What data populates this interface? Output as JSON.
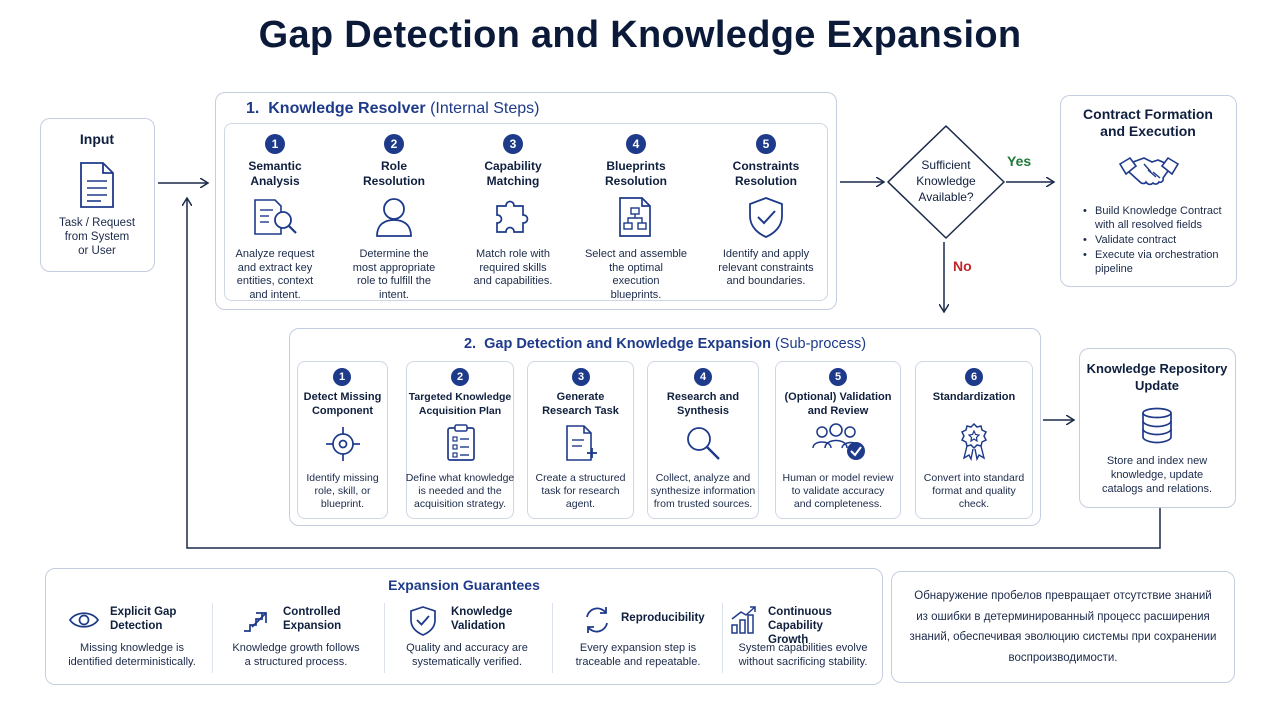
{
  "title": "Gap Detection and Knowledge Expansion",
  "input": {
    "title": "Input",
    "icon": "document-icon",
    "text": [
      "Task / Request",
      "from System",
      "or User"
    ]
  },
  "resolver": {
    "number": "1.",
    "title": "Knowledge Resolver",
    "subtitle": "(Internal Steps)",
    "steps": [
      {
        "num": "1",
        "title": [
          "Semantic",
          "Analysis"
        ],
        "icon": "search-document-icon",
        "desc": [
          "Analyze request",
          "and extract key",
          "entities, context",
          "and intent."
        ]
      },
      {
        "num": "2",
        "title": [
          "Role",
          "Resolution"
        ],
        "icon": "user-icon",
        "desc": [
          "Determine the",
          "most appropriate",
          "role to fulfill the",
          "intent."
        ]
      },
      {
        "num": "3",
        "title": [
          "Capability",
          "Matching"
        ],
        "icon": "puzzle-icon",
        "desc": [
          "Match role with",
          "required skills",
          "and capabilities."
        ]
      },
      {
        "num": "4",
        "title": [
          "Blueprints",
          "Resolution"
        ],
        "icon": "blueprint-icon",
        "desc": [
          "Select and assemble",
          "the optimal",
          "execution",
          "blueprints."
        ]
      },
      {
        "num": "5",
        "title": [
          "Constraints",
          "Resolution"
        ],
        "icon": "shield-check-icon",
        "desc": [
          "Identify and apply",
          "relevant constraints",
          "and boundaries."
        ]
      }
    ]
  },
  "decision": {
    "text": [
      "Sufficient",
      "Knowledge",
      "Available?"
    ],
    "yes": "Yes",
    "no": "No",
    "yes_color": "#1f7a3a",
    "no_color": "#c0262d"
  },
  "contract": {
    "title": [
      "Contract Formation",
      "and Execution"
    ],
    "icon": "handshake-icon",
    "bullets": [
      [
        "Build Knowledge Contract",
        "with all resolved fields"
      ],
      [
        "Validate contract"
      ],
      [
        "Execute via orchestration",
        "pipeline"
      ]
    ]
  },
  "gap": {
    "number": "2.",
    "title": "Gap Detection and Knowledge Expansion",
    "subtitle": "(Sub-process)",
    "steps": [
      {
        "num": "1",
        "title": [
          "Detect Missing",
          "Component"
        ],
        "icon": "target-icon",
        "desc": [
          "Identify missing",
          "role, skill, or",
          "blueprint."
        ]
      },
      {
        "num": "2",
        "title": [
          "Targeted Knowledge",
          "Acquisition Plan"
        ],
        "icon": "checklist-icon",
        "desc": [
          "Define what knowledge",
          "is needed and the",
          "acquisition strategy."
        ]
      },
      {
        "num": "3",
        "title": [
          "Generate",
          "Research Task"
        ],
        "icon": "new-document-icon",
        "desc": [
          "Create a structured",
          "task for research",
          "agent."
        ]
      },
      {
        "num": "4",
        "title": [
          "Research and",
          "Synthesis"
        ],
        "icon": "magnifier-icon",
        "desc": [
          "Collect, analyze and",
          "synthesize information",
          "from trusted sources."
        ]
      },
      {
        "num": "5",
        "title": [
          "(Optional) Validation",
          "and Review"
        ],
        "icon": "team-check-icon",
        "desc": [
          "Human or model review",
          "to validate accuracy",
          "and completeness."
        ]
      },
      {
        "num": "6",
        "title": [
          "Standardization"
        ],
        "icon": "award-icon",
        "desc": [
          "Convert into standard",
          "format and quality",
          "check."
        ]
      }
    ]
  },
  "repository": {
    "title": [
      "Knowledge Repository",
      "Update"
    ],
    "icon": "database-icon",
    "desc": [
      "Store and index new",
      "knowledge, update",
      "catalogs and relations."
    ]
  },
  "guarantees": {
    "title": "Expansion Guarantees",
    "items": [
      {
        "icon": "eye-icon",
        "title": [
          "Explicit Gap",
          "Detection"
        ],
        "desc": [
          "Missing knowledge is",
          "identified deterministically."
        ]
      },
      {
        "icon": "growth-arrow-icon",
        "title": [
          "Controlled",
          "Expansion"
        ],
        "desc": [
          "Knowledge growth follows",
          "a structured process."
        ]
      },
      {
        "icon": "shield-check-icon",
        "title": [
          "Knowledge",
          "Validation"
        ],
        "desc": [
          "Quality and accuracy are",
          "systematically verified."
        ]
      },
      {
        "icon": "refresh-icon",
        "title": [
          "Reproducibility"
        ],
        "desc": [
          "Every expansion step is",
          "traceable and repeatable."
        ]
      },
      {
        "icon": "bar-growth-icon",
        "title": [
          "Continuous Capability",
          "Growth"
        ],
        "desc": [
          "System capabilities evolve",
          "without sacrificing stability."
        ]
      }
    ]
  },
  "note": {
    "lines": [
      "Обнаружение пробелов превращает отсутствие знаний",
      "из ошибки в детерминированный процесс расширения",
      "знаний, обеспечивая эволюцию системы при сохранении",
      "воспроизводимости."
    ]
  },
  "colors": {
    "navy": "#1e3a8a",
    "border": "#c5cee0",
    "text": "#0f1f3d"
  }
}
